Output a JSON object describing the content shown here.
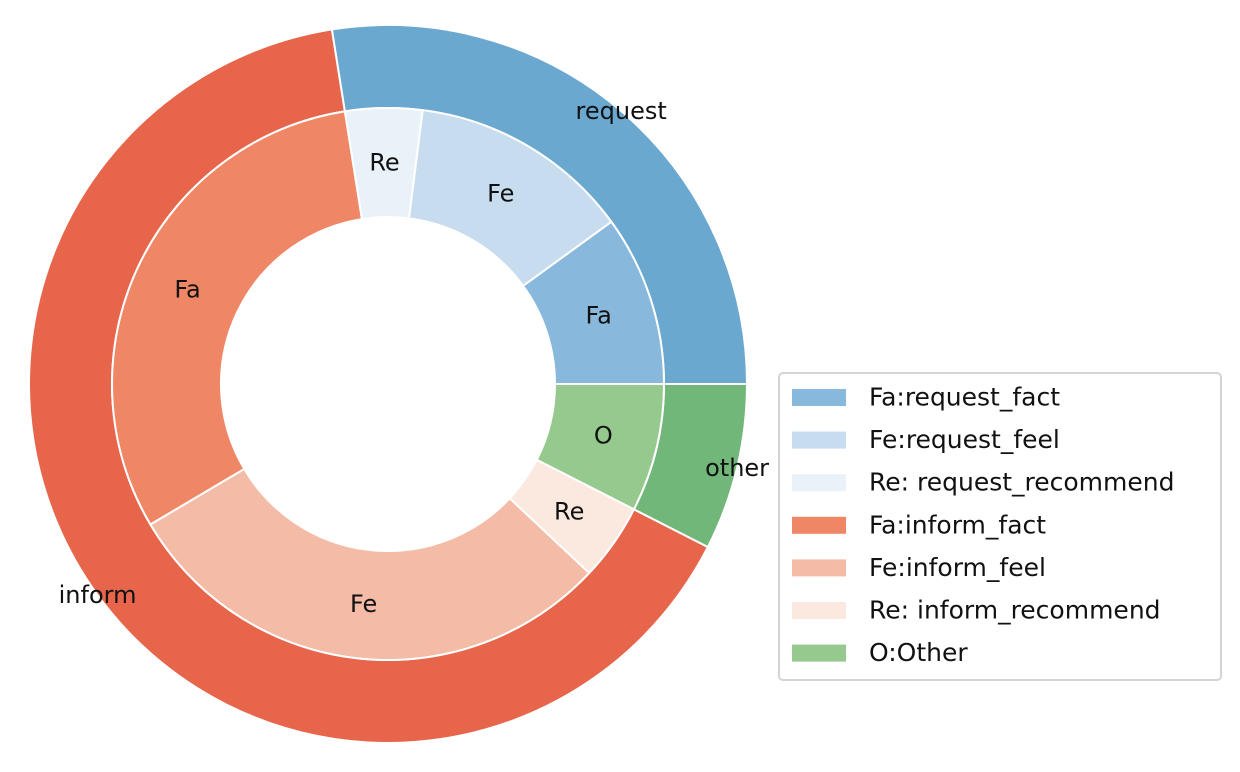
{
  "chart_data": {
    "type": "pie",
    "variant": "nested-donut",
    "start_angle_deg": 0,
    "direction": "counterclockwise",
    "outer": [
      {
        "label": "request",
        "value": 27.5,
        "color": "#6aa8d0"
      },
      {
        "label": "inform",
        "value": 65.0,
        "color": "#e7664b"
      },
      {
        "label": "other",
        "value": 7.5,
        "color": "#71b77a"
      }
    ],
    "inner": [
      {
        "label": "Fa",
        "value": 10.0,
        "color": "#88b9dc"
      },
      {
        "label": "Fe",
        "value": 13.0,
        "color": "#c7dcee"
      },
      {
        "label": "Re",
        "value": 4.5,
        "color": "#e9f1f9"
      },
      {
        "label": "Fa",
        "value": 31.0,
        "color": "#ef8766"
      },
      {
        "label": "Fe",
        "value": 29.5,
        "color": "#f4bca6"
      },
      {
        "label": "Re",
        "value": 4.5,
        "color": "#fbe8df"
      },
      {
        "label": "O",
        "value": 7.5,
        "color": "#95c98d"
      }
    ],
    "legend": {
      "placement": "lower-right",
      "entries": [
        {
          "label": "Fa:request_fact",
          "color": "#88b9dc"
        },
        {
          "label": "Fe:request_feel",
          "color": "#c7dcee"
        },
        {
          "label": "Re: request_recommend",
          "color": "#e9f1f9"
        },
        {
          "label": "Fa:inform_fact",
          "color": "#ef8766"
        },
        {
          "label": "Fe:inform_feel",
          "color": "#f4bca6"
        },
        {
          "label": "Re: inform_recommend",
          "color": "#fbe8df"
        },
        {
          "label": "O:Other",
          "color": "#95c98d"
        }
      ]
    }
  }
}
